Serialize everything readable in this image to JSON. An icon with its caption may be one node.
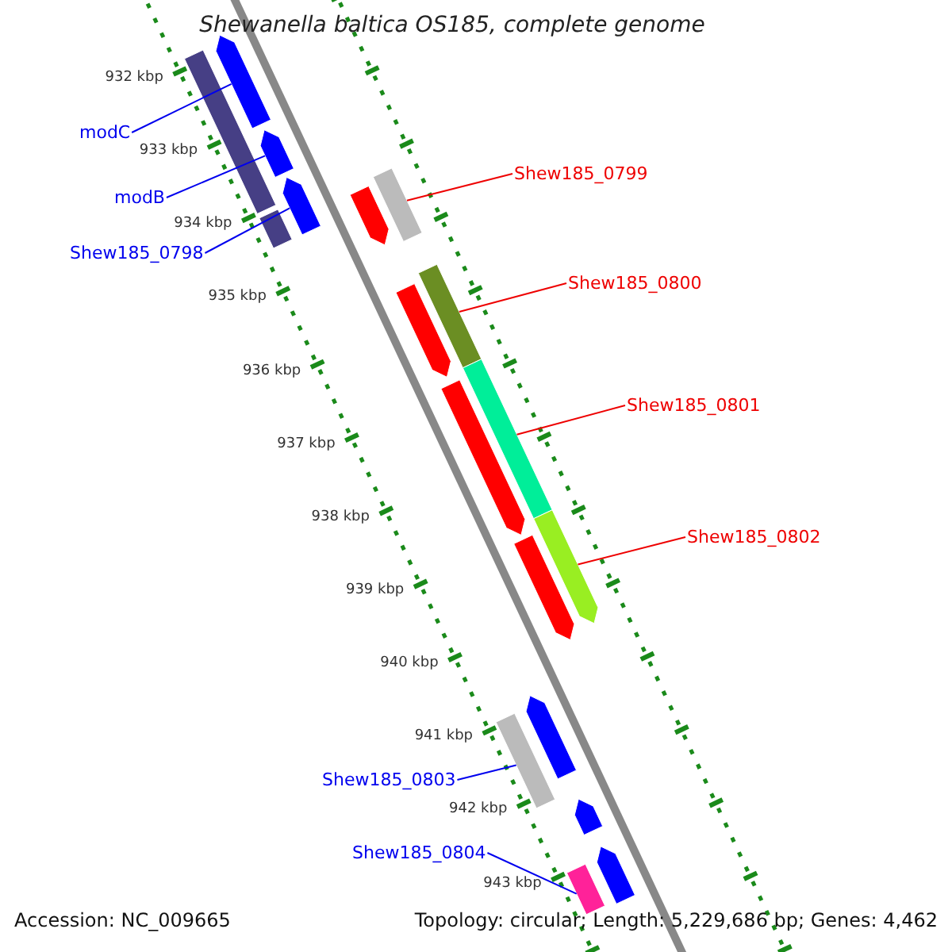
{
  "diagram": {
    "title": "Shewanella baltica OS185, complete genome",
    "nodes": [
      {
        "text": [
          "modC"
        ]
      },
      {
        "text": [
          "modB"
        ]
      },
      {
        "text": [
          "Shew185_0798"
        ]
      },
      {
        "text": [
          "Shew185_0799"
        ]
      },
      {
        "text": [
          "Shew185_0800"
        ]
      },
      {
        "text": [
          "Shew185_0801"
        ]
      },
      {
        "text": [
          "Shew185_0802"
        ]
      },
      {
        "text": [
          "Shew185_0803"
        ]
      },
      {
        "text": [
          "Shew185_0804"
        ]
      },
      {
        "text": [],
        "shape": "bar"
      },
      {
        "text": [],
        "shape": "bar"
      },
      {
        "text": [],
        "shape": "bar"
      },
      {
        "text": [],
        "shape": "bar"
      },
      {
        "text": [],
        "shape": "bar"
      },
      {
        "text": [],
        "shape": "bar"
      },
      {
        "text": [],
        "shape": "bar"
      },
      {
        "text": [],
        "shape": "bar"
      },
      {
        "text": [],
        "shape": "bar"
      },
      {
        "text": [],
        "shape": "bar"
      },
      {
        "text": [],
        "shape": "bar"
      },
      {
        "text": [],
        "shape": "bar"
      },
      {
        "text": [],
        "shape": "bar"
      },
      {
        "text": [],
        "shape": "bar"
      },
      {
        "text": [],
        "shape": "bar"
      },
      {
        "text": [],
        "shape": "bar"
      },
      {
        "text": [],
        "shape": "bar"
      },
      {
        "text": [],
        "shape": "bar"
      }
    ],
    "edges": [
      {
        "from": 0,
        "to": 11,
        "arrow": "none"
      },
      {
        "from": 1,
        "to": 12,
        "arrow": "none"
      },
      {
        "from": 2,
        "to": 13,
        "arrow": "none"
      },
      {
        "from": 3,
        "to": 15,
        "arrow": "none",
        "color": "#ee0000"
      },
      {
        "from": 4,
        "to": 17,
        "arrow": "none",
        "color": "#ee0000"
      },
      {
        "from": 5,
        "to": 19,
        "arrow": "none",
        "color": "#ee0000"
      },
      {
        "from": 6,
        "to": 21,
        "arrow": "none",
        "color": "#ee0000"
      },
      {
        "from": 7,
        "to": 23,
        "arrow": "none"
      },
      {
        "from": 8,
        "to": 26,
        "arrow": "none"
      }
    ],
    "labels": [
      "932 kbp",
      "933 kbp",
      "934 kbp",
      "935 kbp",
      "936 kbp",
      "937 kbp",
      "938 kbp",
      "939 kbp",
      "940 kbp",
      "941 kbp",
      "942 kbp",
      "943 kbp",
      "Accession: NC_009665",
      "Topology: circular; Length: 5,229,686 bp; Genes: 4,462"
    ]
  }
}
